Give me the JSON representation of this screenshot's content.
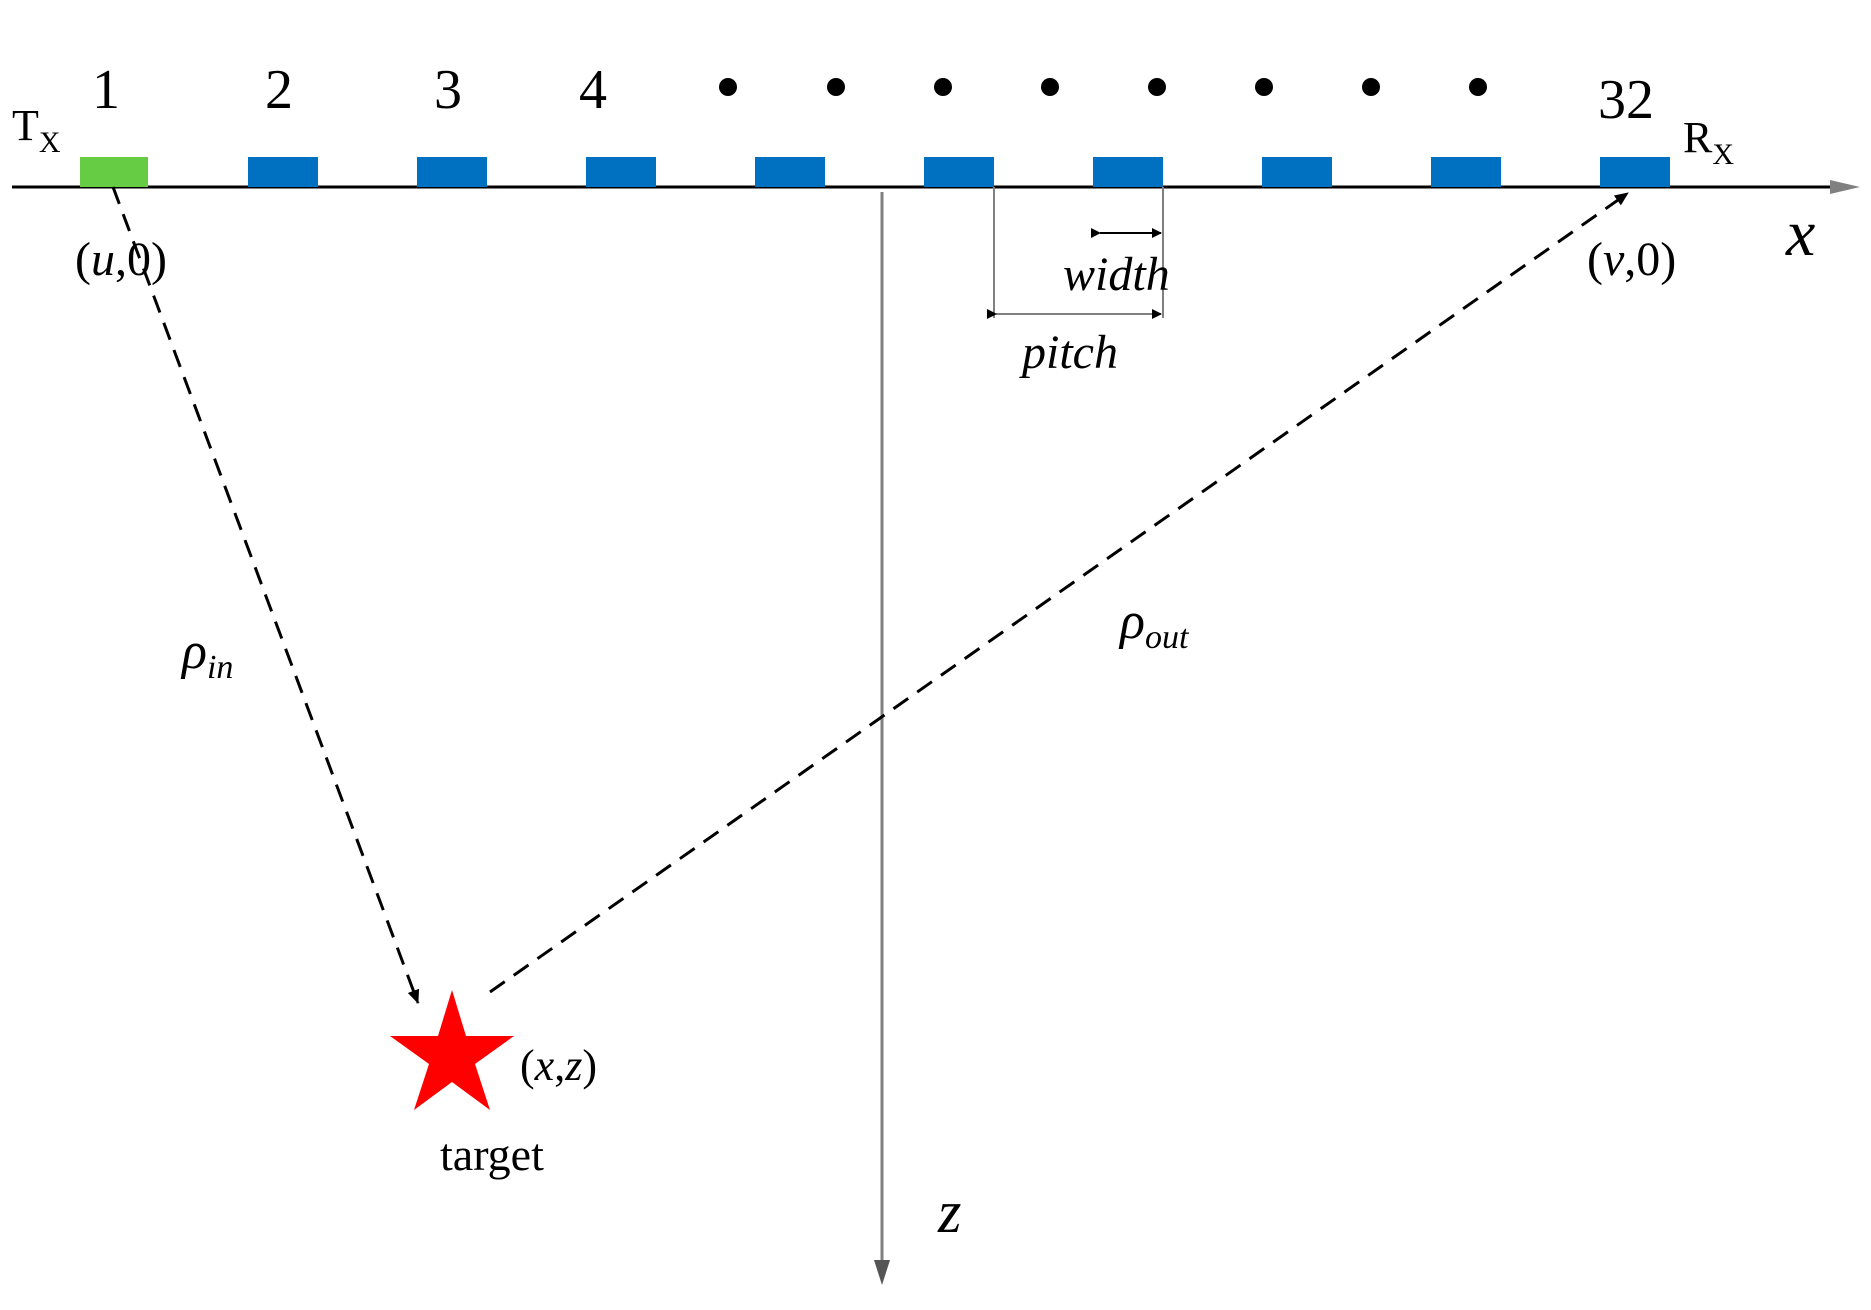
{
  "diagram": {
    "element_labels": [
      "1",
      "2",
      "3",
      "4",
      "32"
    ],
    "transmitter": {
      "label": "T",
      "subscript": "X"
    },
    "receiver": {
      "label": "R",
      "subscript": "X"
    },
    "x_axis_label": "x",
    "z_axis_label": "z",
    "transmit_point": {
      "open": "(",
      "var": "u",
      "rest": ",0)"
    },
    "receive_point": {
      "open": "(",
      "var": "v",
      "rest": ",0)"
    },
    "target_point": {
      "open": "(",
      "var": "x",
      "rest": ",",
      "var2": "z",
      "close": ")"
    },
    "target_label": "target",
    "width_label": "width",
    "pitch_label": "pitch",
    "rho_in": {
      "symbol": "ρ",
      "subscript": "in"
    },
    "rho_out": {
      "symbol": "ρ",
      "subscript": "out"
    },
    "colors": {
      "transmitter_element": "#66cc44",
      "array_element": "#0070c0",
      "target_star": "#ff0000",
      "axis": "#000000",
      "z_axis": "#808080"
    }
  }
}
